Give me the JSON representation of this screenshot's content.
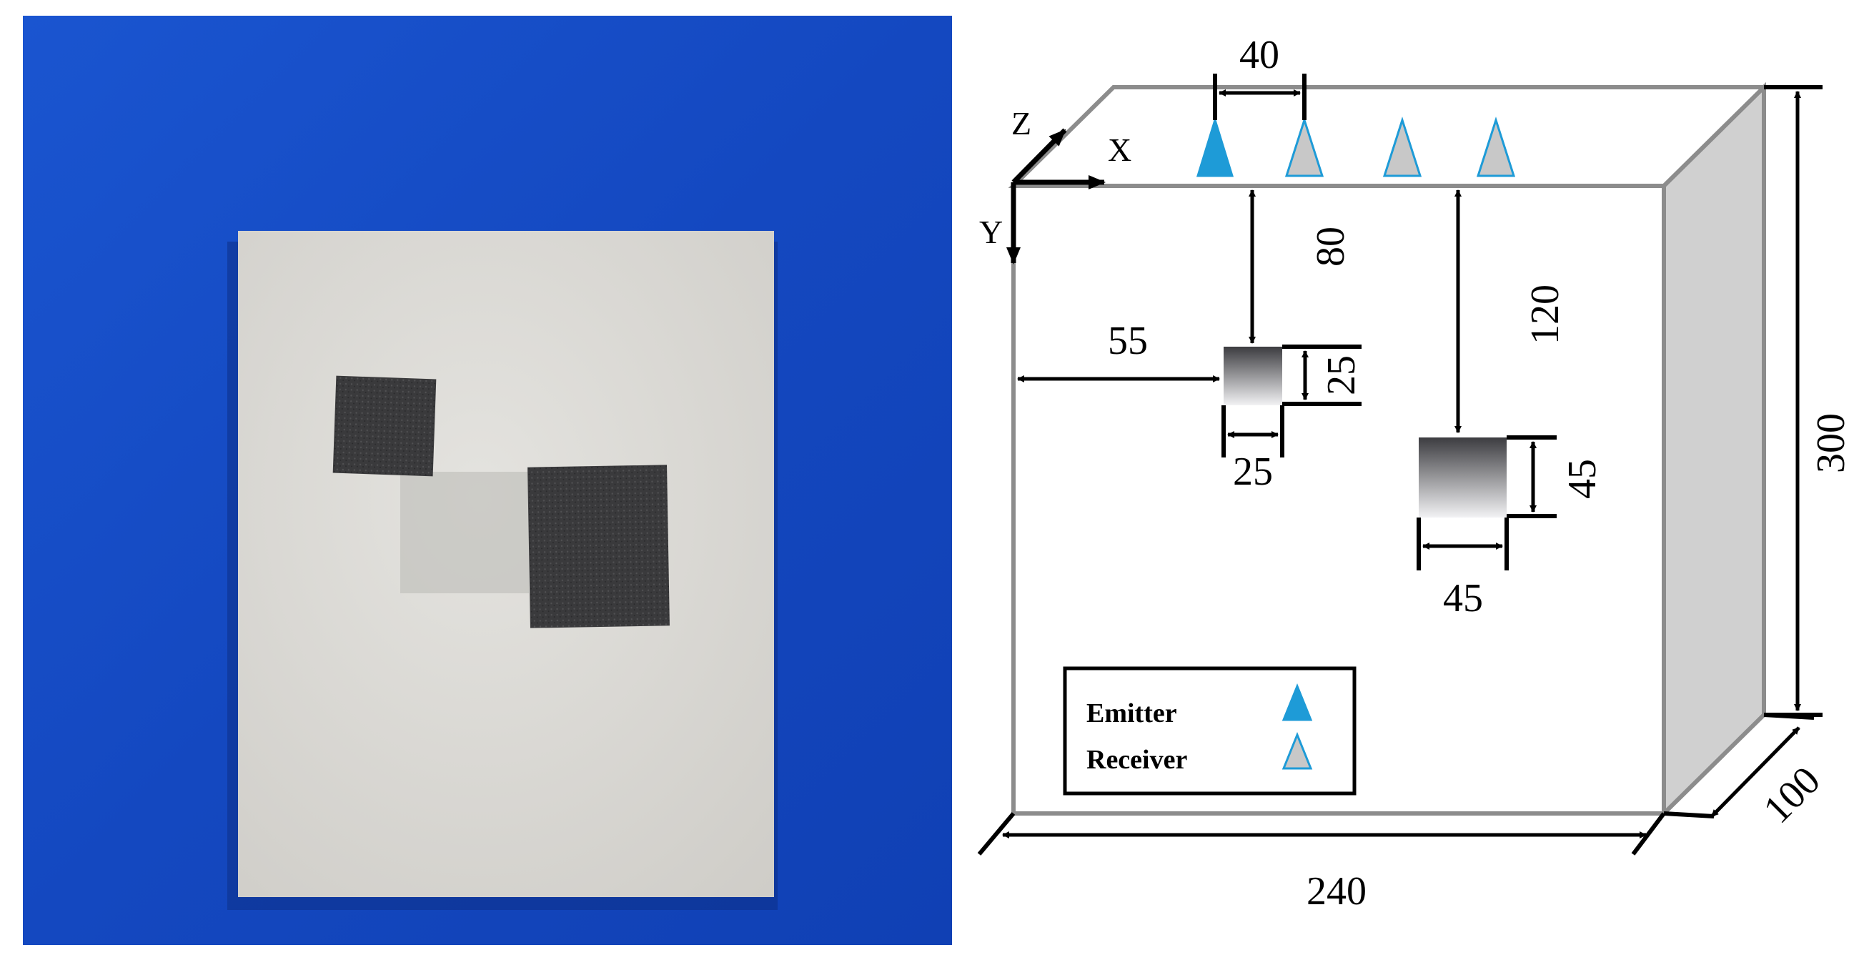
{
  "photo": {
    "background_color": "#1448c0",
    "specimen_color": "#d9d8d4",
    "inclusion_color": "#3a3a3c"
  },
  "diagram": {
    "axes": {
      "x": "X",
      "y": "Y",
      "z": "Z"
    },
    "dimensions": {
      "spacing": "40",
      "depth_small": "80",
      "depth_large": "120",
      "offset_left": "55",
      "small_height": "25",
      "small_width": "25",
      "large_height": "45",
      "large_width": "45",
      "block_height": "300",
      "block_width": "240",
      "block_thickness": "100"
    },
    "legend": {
      "emitter_label": "Emitter",
      "receiver_label": "Receiver"
    },
    "colors": {
      "emitter": "#1e9bd7",
      "receiver": "#c8c8c8",
      "outline": "#8c8c8c",
      "side_face": "#d0d0d0"
    }
  }
}
